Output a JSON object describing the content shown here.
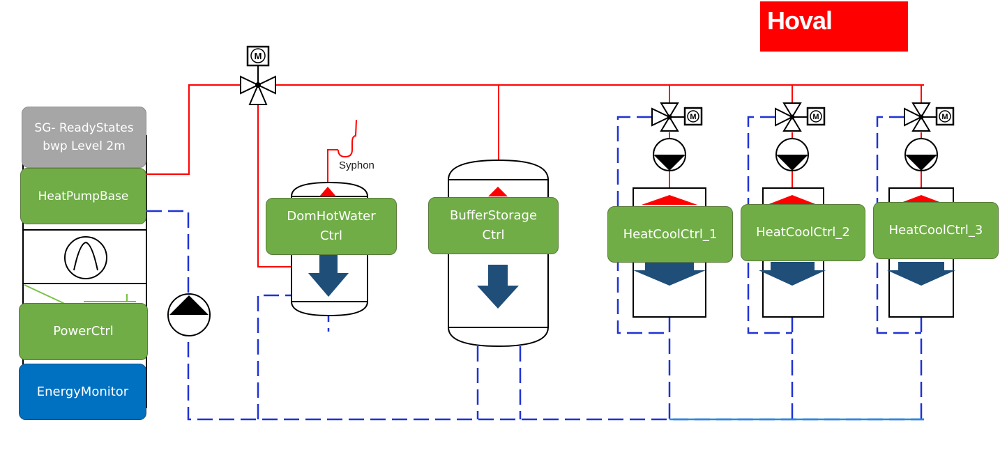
{
  "brand": {
    "logo_text": "Hoval",
    "logo_color": "#ff0000"
  },
  "colors": {
    "supply_line": "#ff0000",
    "return_line": "#0000cc",
    "module": "#70ad47",
    "module_grey": "#a6a6a6",
    "module_blue": "#0070c0",
    "arrow": "#1f4e79"
  },
  "labels": {
    "syphon": "Syphon",
    "motor": "M"
  },
  "modules": {
    "sg_ready": {
      "line1": "SG- ReadyStates",
      "line2": "bwp Level 2m"
    },
    "heat_pump_base": {
      "label": "HeatPumpBase"
    },
    "power_ctrl": {
      "label": "PowerCtrl"
    },
    "energy_monitor": {
      "label": "EnergyMonitor"
    },
    "dom_hot_water": {
      "line1": "DomHotWater",
      "line2": "Ctrl"
    },
    "buffer_storage": {
      "line1": "BufferStorage",
      "line2": "Ctrl"
    },
    "heat_cool_1": {
      "label": "HeatCoolCtrl_1"
    },
    "heat_cool_2": {
      "label": "HeatCoolCtrl_2"
    },
    "heat_cool_3": {
      "label": "HeatCoolCtrl_3"
    }
  }
}
